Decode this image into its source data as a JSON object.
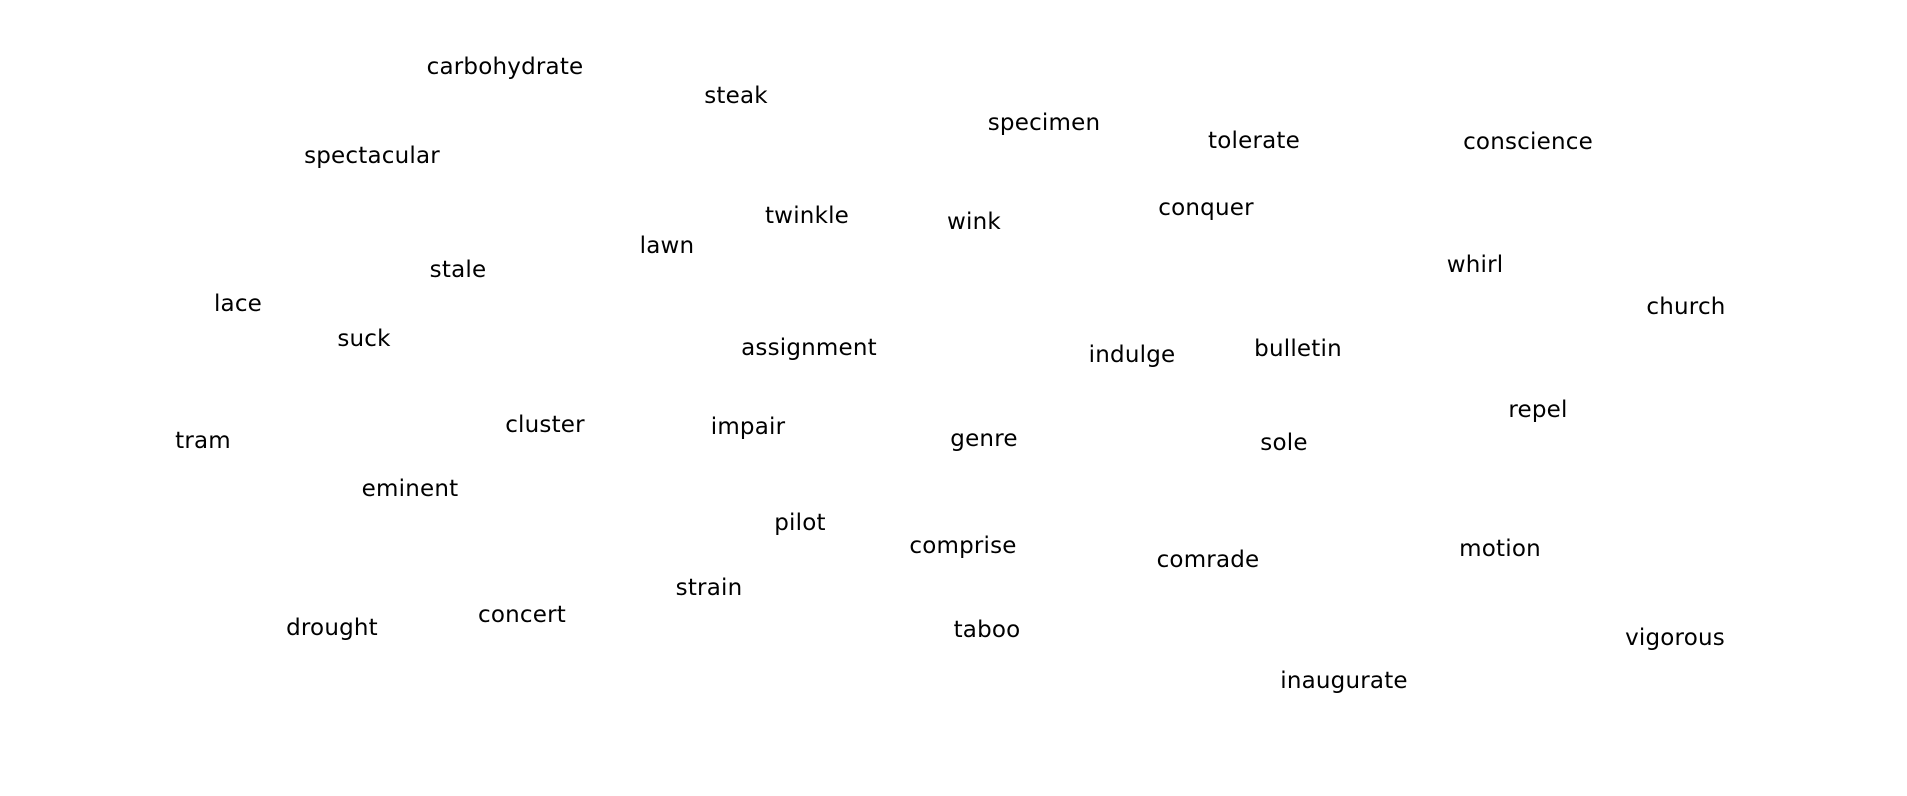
{
  "words": [
    "carbohydrate",
    "steak",
    "specimen",
    "tolerate",
    "conscience",
    "spectacular",
    "twinkle",
    "wink",
    "conquer",
    "lawn",
    "stale",
    "whirl",
    "lace",
    "church",
    "suck",
    "assignment",
    "indulge",
    "bulletin",
    "repel",
    "cluster",
    "impair",
    "tram",
    "genre",
    "sole",
    "eminent",
    "pilot",
    "comprise",
    "comrade",
    "motion",
    "strain",
    "concert",
    "drought",
    "taboo",
    "vigorous",
    "inaugurate"
  ]
}
